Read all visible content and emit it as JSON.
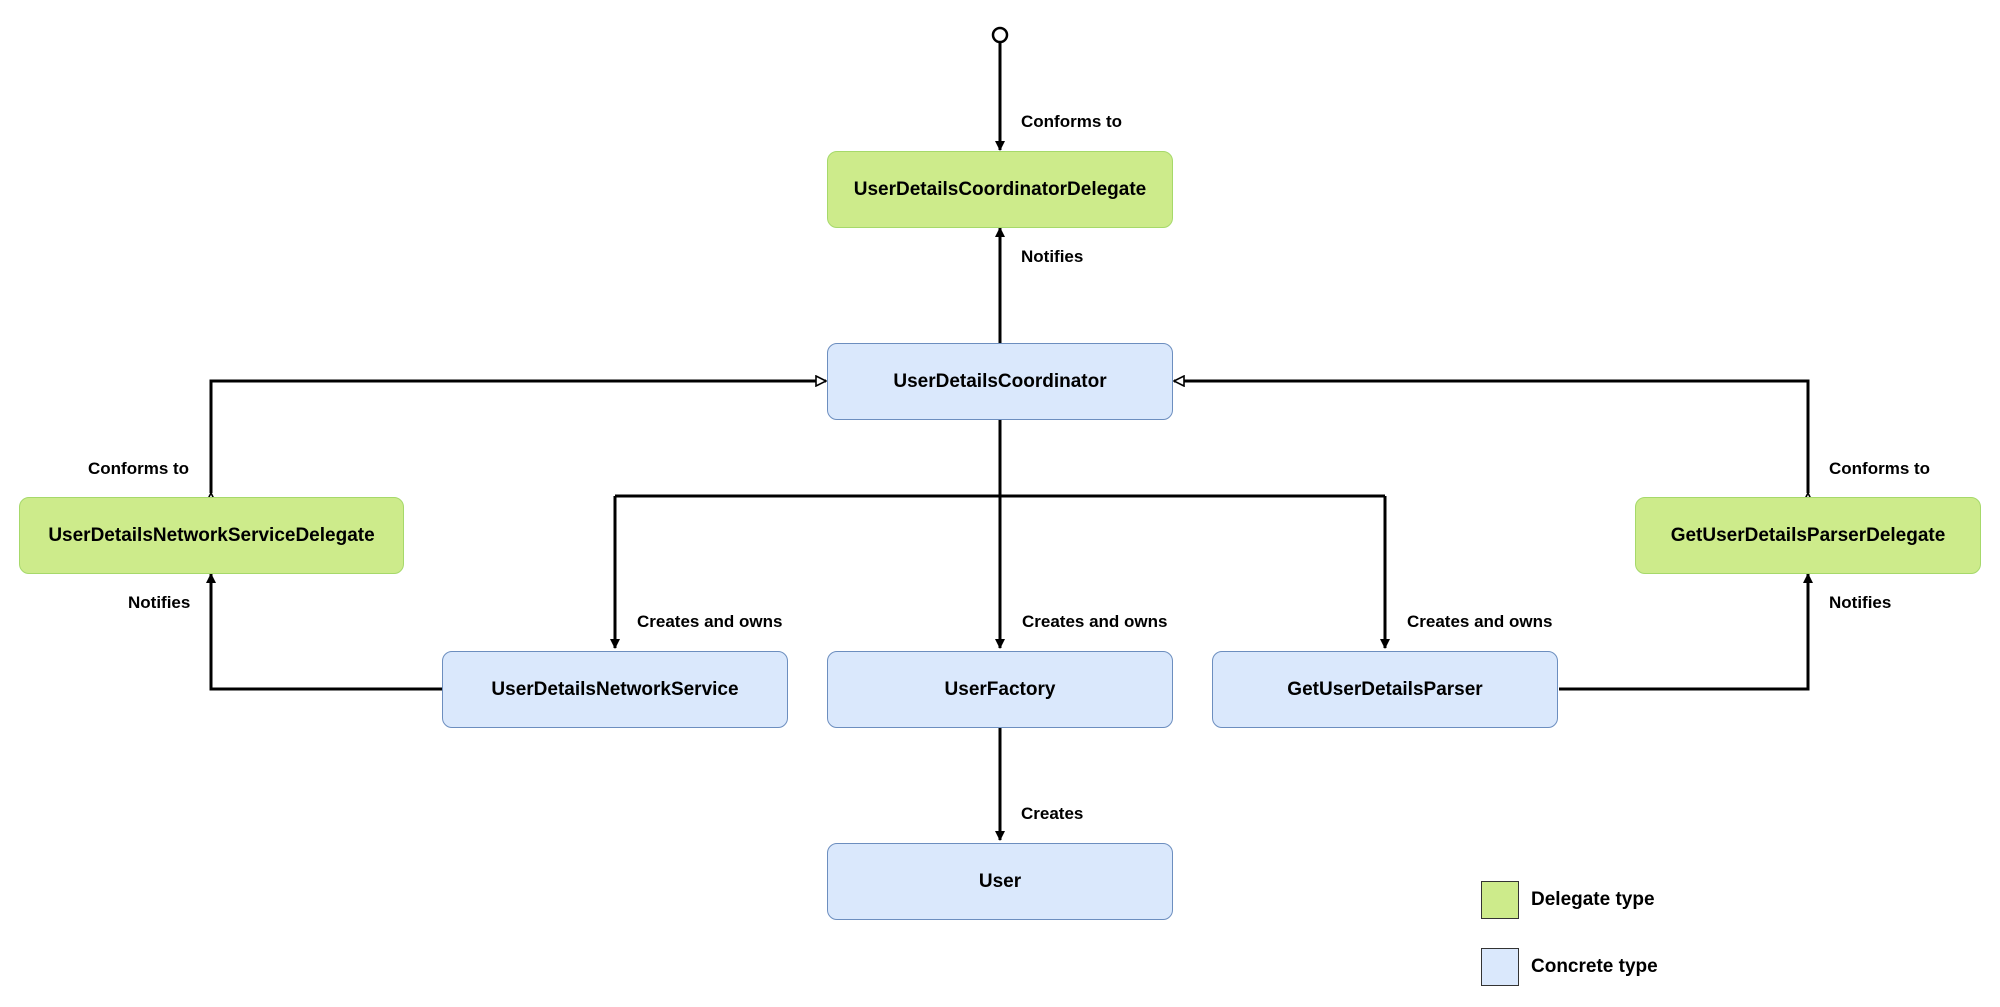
{
  "colors": {
    "delegate_fill": "#cdeb8b",
    "delegate_border": "#a6d96a",
    "concrete_fill": "#dae8fc",
    "concrete_border": "#6c8ebf",
    "line": "#000000"
  },
  "nodes": {
    "coordinator_delegate": "UserDetailsCoordinatorDelegate",
    "coordinator": "UserDetailsCoordinator",
    "network_service_delegate": "UserDetailsNetworkServiceDelegate",
    "parser_delegate": "GetUserDetailsParserDelegate",
    "network_service": "UserDetailsNetworkService",
    "user_factory": "UserFactory",
    "parser": "GetUserDetailsParser",
    "user": "User"
  },
  "edge_labels": {
    "start_conforms_to": "Conforms to",
    "coordinator_notifies": "Notifies",
    "left_conforms_to": "Conforms to",
    "right_conforms_to": "Conforms to",
    "left_notifies": "Notifies",
    "right_notifies": "Notifies",
    "creates_owns_network": "Creates and owns",
    "creates_owns_factory": "Creates and owns",
    "creates_owns_parser": "Creates and owns",
    "factory_creates": "Creates"
  },
  "legend": {
    "delegate_label": "Delegate type",
    "concrete_label": "Concrete type"
  }
}
